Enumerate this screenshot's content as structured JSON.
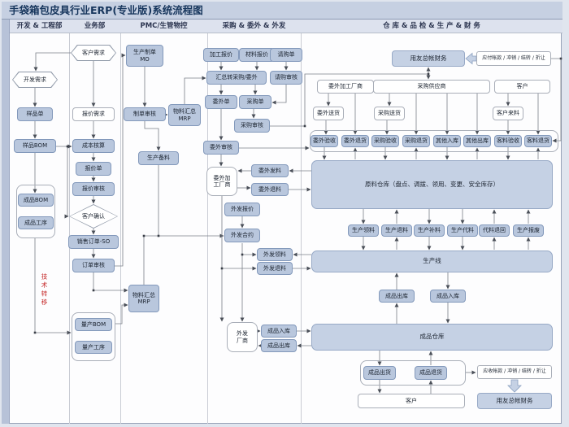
{
  "title": "手袋箱包皮具行业ERP(专业版)系统流程图",
  "lanes": [
    {
      "label": "开发 & 工程部"
    },
    {
      "label": "业务部"
    },
    {
      "label": "PMC/生管物控"
    },
    {
      "label": "采购 & 委外 & 外发"
    },
    {
      "label": "仓 库 & 品 检 & 生 产 & 财 务"
    }
  ],
  "annotations": {
    "tech_transfer": "技术转移"
  },
  "colors": {
    "title_bar": "#c6d0e2",
    "title_text": "#17365d",
    "node_fill": "#b9c7dd",
    "node_border": "#8399bb",
    "big_fill": "#c5d1e4",
    "big_border": "#97a9c6",
    "line": "#7a7f88",
    "annotation_red": "#c42424"
  },
  "nodes": [
    {
      "id": "dev-demand",
      "label": "开发需求",
      "type": "hex"
    },
    {
      "id": "sample-order",
      "label": "样品单",
      "type": "blue"
    },
    {
      "id": "sample-bom",
      "label": "样品BOM",
      "type": "blue"
    },
    {
      "id": "c1",
      "type": "container"
    },
    {
      "id": "fg-bom",
      "label": "成品BOM",
      "type": "blue"
    },
    {
      "id": "fg-process",
      "label": "成品工序",
      "type": "blue"
    },
    {
      "id": "cust-demand",
      "label": "客户需求",
      "type": "hex"
    },
    {
      "id": "quote-demand",
      "label": "报价需求",
      "type": "white"
    },
    {
      "id": "cost-calc",
      "label": "成本核算",
      "type": "blue"
    },
    {
      "id": "quote",
      "label": "报价单",
      "type": "blue"
    },
    {
      "id": "quote-audit",
      "label": "报价审核",
      "type": "blue"
    },
    {
      "id": "cust-confirm",
      "label": "客户确认",
      "type": "diamond"
    },
    {
      "id": "sales-order",
      "label": "销售订单-SO",
      "type": "blue"
    },
    {
      "id": "order-audit",
      "label": "订单审核",
      "type": "blue"
    },
    {
      "id": "c2",
      "type": "container"
    },
    {
      "id": "mp-bom",
      "label": "量产BOM",
      "type": "blue"
    },
    {
      "id": "mp-process",
      "label": "量产工序",
      "type": "blue"
    },
    {
      "id": "mo",
      "label": "生产制单",
      "label2": "MO",
      "type": "blue"
    },
    {
      "id": "mo-audit",
      "label": "制单审核",
      "type": "blue"
    },
    {
      "id": "mrp1",
      "label": "物料汇总",
      "label2": "MRP",
      "type": "blue"
    },
    {
      "id": "prod-prep",
      "label": "生产备料",
      "type": "blue"
    },
    {
      "id": "mrp2",
      "label": "物料汇总",
      "label2": "MRP",
      "type": "blue"
    },
    {
      "id": "proc-quote",
      "label": "加工报价",
      "type": "blue"
    },
    {
      "id": "mat-quote",
      "label": "材料报价",
      "type": "blue"
    },
    {
      "id": "pr",
      "label": "请购单",
      "type": "blue"
    },
    {
      "id": "sum-po",
      "label": "汇总转采购/委外",
      "type": "blue"
    },
    {
      "id": "pr-audit",
      "label": "请购审核",
      "type": "blue"
    },
    {
      "id": "sub-order",
      "label": "委外单",
      "type": "blue"
    },
    {
      "id": "po",
      "label": "采购单",
      "type": "blue"
    },
    {
      "id": "po-audit",
      "label": "采购审核",
      "type": "blue"
    },
    {
      "id": "sub-audit",
      "label": "委外审核",
      "type": "blue"
    },
    {
      "id": "sub-vendor",
      "label": "委外加",
      "label2": "工厂商",
      "type": "white2"
    },
    {
      "id": "sub-issue",
      "label": "委外发料",
      "type": "blue"
    },
    {
      "id": "sub-return",
      "label": "委外退料",
      "type": "blue"
    },
    {
      "id": "out-quote",
      "label": "外发报价",
      "type": "blue"
    },
    {
      "id": "out-contract",
      "label": "外发合约",
      "type": "blue"
    },
    {
      "id": "out-issue",
      "label": "外发领料",
      "type": "blue"
    },
    {
      "id": "out-return",
      "label": "外发退料",
      "type": "blue"
    },
    {
      "id": "out-vendor",
      "label": "外发",
      "label2": "厂商",
      "type": "white2"
    },
    {
      "id": "fg-in-sub",
      "label": "成品入库",
      "type": "blue"
    },
    {
      "id": "fg-out-sub",
      "label": "成品出库",
      "type": "blue"
    },
    {
      "id": "uf-top",
      "label": "用友总帐财务",
      "type": "bigsmall"
    },
    {
      "id": "ap",
      "label": "应付帐款 / 冲销 / 结转 / 折让",
      "type": "whitesmall"
    },
    {
      "id": "sub-factory",
      "label": "委外加工厂商",
      "type": "white"
    },
    {
      "id": "supplier",
      "label": "采购供应商",
      "type": "white"
    },
    {
      "id": "customer-top",
      "label": "客户",
      "type": "white"
    },
    {
      "id": "sub-deliver",
      "label": "委外送货",
      "type": "white"
    },
    {
      "id": "po-deliver",
      "label": "采购送货",
      "type": "white"
    },
    {
      "id": "cust-material",
      "label": "客户来料",
      "type": "white"
    },
    {
      "id": "c3",
      "type": "container"
    },
    {
      "id": "r1",
      "label": "委外验收",
      "type": "blue"
    },
    {
      "id": "r2",
      "label": "委外退货",
      "type": "blue"
    },
    {
      "id": "r3",
      "label": "采购验收",
      "type": "blue"
    },
    {
      "id": "r4",
      "label": "采购退货",
      "type": "blue"
    },
    {
      "id": "r5",
      "label": "其他入库",
      "type": "blue"
    },
    {
      "id": "r6",
      "label": "其他出库",
      "type": "blue"
    },
    {
      "id": "r7",
      "label": "客料验收",
      "type": "blue"
    },
    {
      "id": "r8",
      "label": "客料退货",
      "type": "blue"
    },
    {
      "id": "raw-wh",
      "label": "原料仓库（盘点、调拨、领用、变更、安全库存）",
      "type": "bigblue"
    },
    {
      "id": "p1",
      "label": "生产领料",
      "type": "blue"
    },
    {
      "id": "p2",
      "label": "生产退料",
      "type": "blue"
    },
    {
      "id": "p3",
      "label": "生产补料",
      "type": "blue"
    },
    {
      "id": "p4",
      "label": "生产代料",
      "type": "blue"
    },
    {
      "id": "p5",
      "label": "代料退回",
      "type": "blue"
    },
    {
      "id": "p6",
      "label": "生产报废",
      "type": "blue"
    },
    {
      "id": "prod-line",
      "label": "生产线",
      "type": "bigblue"
    },
    {
      "id": "fg-out",
      "label": "成品出库",
      "type": "blue"
    },
    {
      "id": "fg-in",
      "label": "成品入库",
      "type": "blue"
    },
    {
      "id": "fg-wh",
      "label": "成品仓库",
      "type": "bigblue"
    },
    {
      "id": "c4",
      "type": "container"
    },
    {
      "id": "fg-ship",
      "label": "成品出货",
      "type": "blue"
    },
    {
      "id": "fg-return",
      "label": "成品退货",
      "type": "blue"
    },
    {
      "id": "customer-bottom",
      "label": "客户",
      "type": "white"
    },
    {
      "id": "ar",
      "label": "应收帐款 / 冲销 / 结转 / 折让",
      "type": "whitesmall"
    },
    {
      "id": "uf-bottom",
      "label": "用友总帐财务",
      "type": "bigsmall"
    }
  ]
}
